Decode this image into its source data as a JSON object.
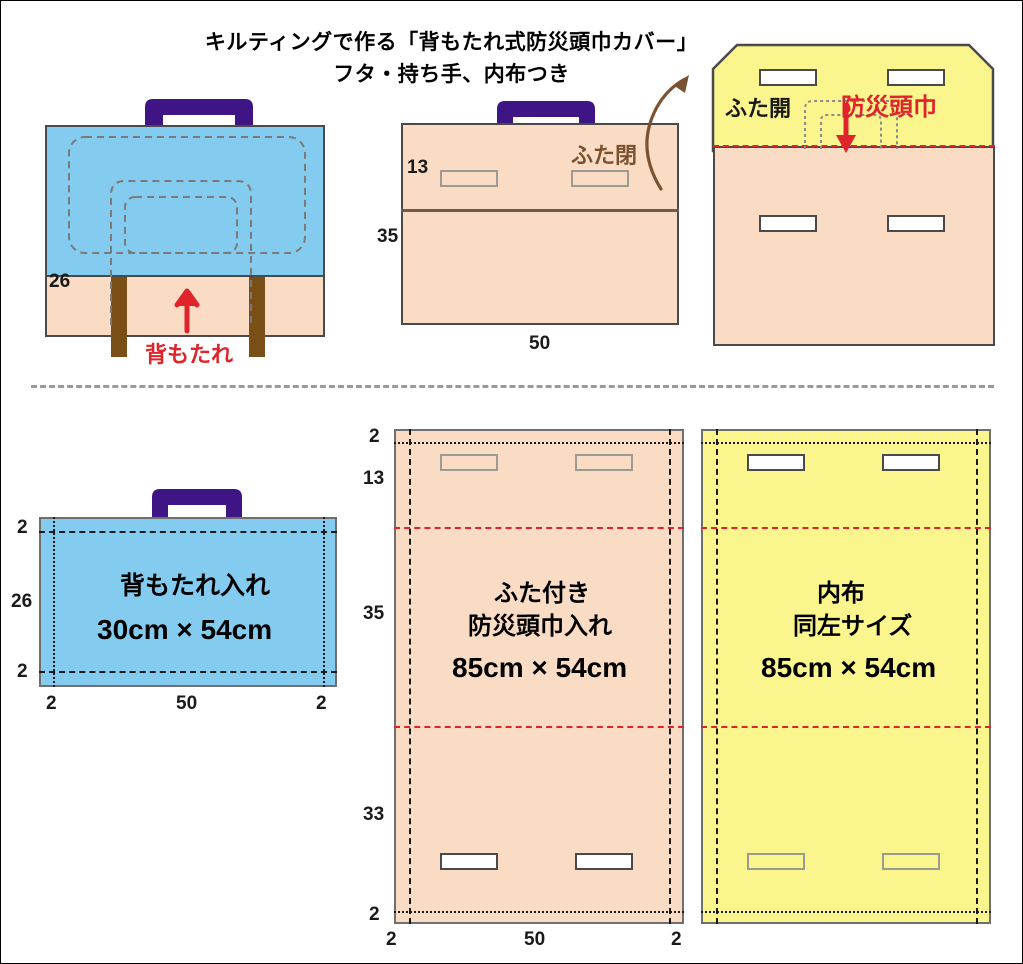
{
  "title": {
    "line1": "キルティングで作る「背もたれ式防災頭巾カバー」",
    "line2": "フタ・持ち手、内布つき"
  },
  "colors": {
    "blue": "#83CCF0",
    "peach": "#FADCC5",
    "yellow": "#FAF58C",
    "purple": "#3F1585",
    "brown": "#7A4E17",
    "red": "#E0242B",
    "outline": "#4A4A4A",
    "gray_dash": "#9A9A9A"
  },
  "figures": {
    "fig1_closed_back": {
      "name": "背もたれ式カバー 正面図",
      "height_label": "26",
      "callout": "背もたれ",
      "arrow": "up-arrow"
    },
    "fig2_flap_closed": {
      "name": "ふた閉じ状態",
      "flap_label": "13",
      "body_label": "35",
      "width_label": "50",
      "callout": "ふた閉",
      "arrow": "curved-up-arrow"
    },
    "fig3_flap_open": {
      "name": "ふた開き状態",
      "callout_open": "ふた開",
      "callout_item": "防災頭巾",
      "arrow": "down-arrow"
    }
  },
  "patterns": {
    "blue_piece": {
      "name_jp": "背もたれ入れ",
      "size": "30cm × 54cm",
      "left_labels": [
        "2",
        "26",
        "2"
      ],
      "bottom_labels": [
        "2",
        "50",
        "2"
      ]
    },
    "peach_piece": {
      "name_jp_line1": "ふた付き",
      "name_jp_line2": "防災頭巾入れ",
      "size": "85cm × 54cm",
      "left_labels": [
        "2",
        "13",
        "35",
        "33",
        "2"
      ],
      "bottom_labels": [
        "2",
        "50",
        "2"
      ]
    },
    "yellow_piece": {
      "name_jp_line1": "内布",
      "name_jp_line2": "同左サイズ",
      "size": "85cm × 54cm"
    }
  }
}
